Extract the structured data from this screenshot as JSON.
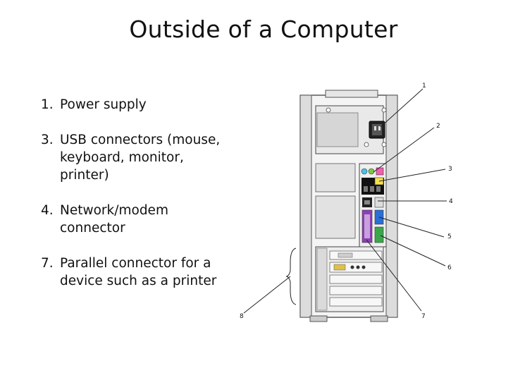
{
  "title": "Outside of a Computer",
  "items": [
    {
      "number": "1.",
      "text": "Power supply"
    },
    {
      "number": "3.",
      "text": "USB connectors (mouse, keyboard, monitor, printer)"
    },
    {
      "number": "4.",
      "text": "Network/modem connector"
    },
    {
      "number": "7.",
      "text": " Parallel connector for a device such as a printer"
    }
  ],
  "callouts": [
    "1",
    "2",
    "3",
    "4",
    "5",
    "6",
    "7",
    "8"
  ]
}
